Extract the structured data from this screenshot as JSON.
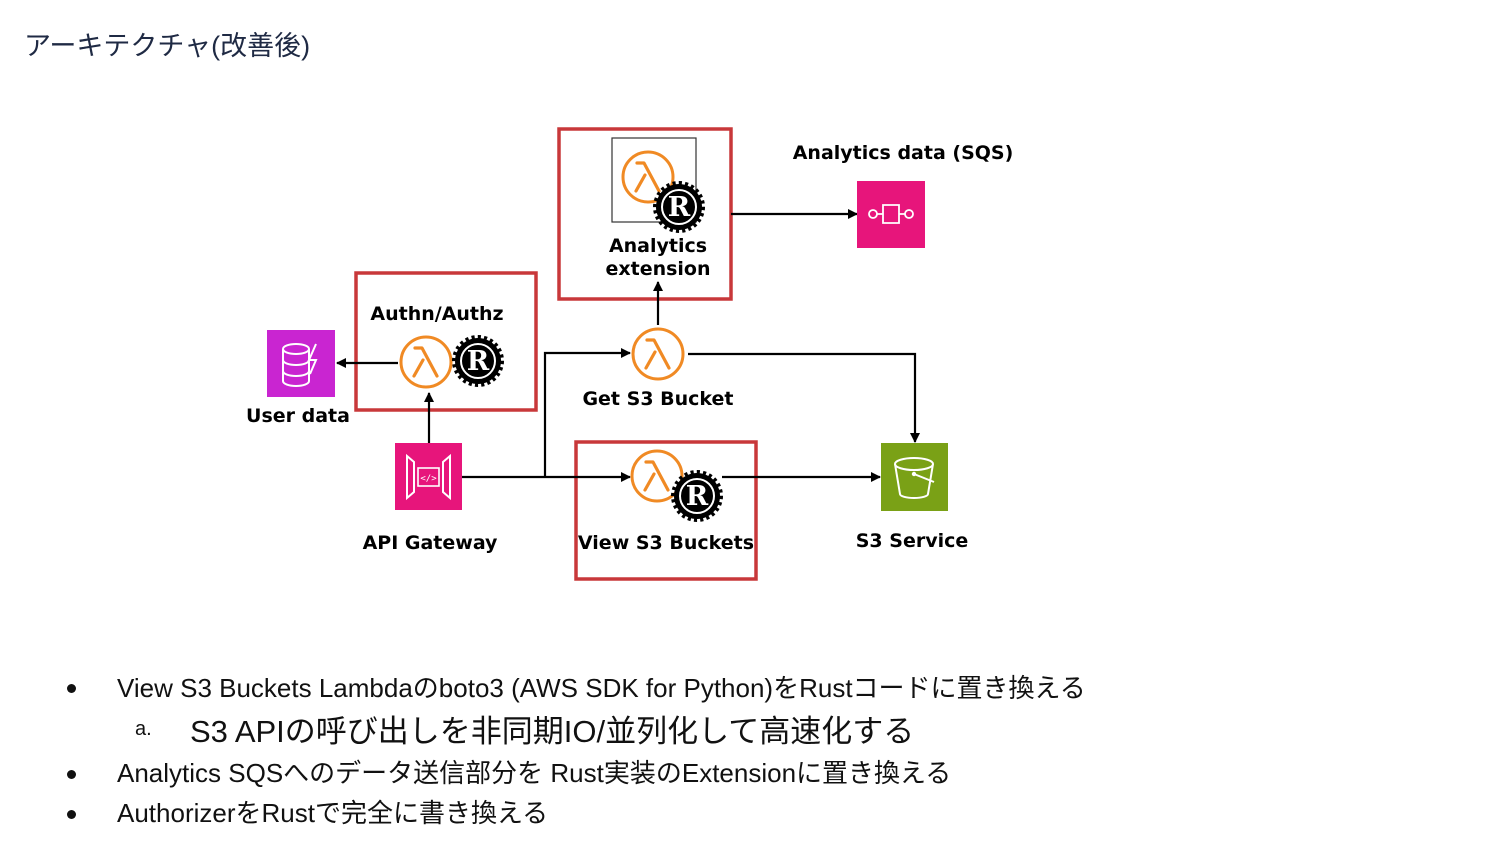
{
  "title": "アーキテクチャ(改善後)",
  "diagram": {
    "labels": {
      "analytics_data": "Analytics data (SQS)",
      "analytics_ext_line1": "Analytics",
      "analytics_ext_line2": "extension",
      "authn": "Authn/Authz",
      "user_data": "User data",
      "get_s3": "Get S3 Bucket",
      "api_gateway": "API Gateway",
      "view_s3": "View S3 Buckets",
      "s3_service": "S3 Service"
    },
    "colors": {
      "highlight": "#c8383a",
      "lambda": "#f08a24",
      "sqs": "#e7157b",
      "dynamodb": "#c925d1",
      "api_gateway": "#e7157b",
      "s3": "#7aa116"
    }
  },
  "bullets": [
    {
      "text": "View S3 Buckets Lambdaのboto3 (AWS SDK for Python)をRustコードに置き換える"
    },
    {
      "marker": "a.",
      "text": "S3 APIの呼び出しを非同期IO/並列化して高速化する"
    },
    {
      "text": "Analytics SQSへのデータ送信部分を  Rust実装のExtensionに置き換える"
    },
    {
      "text": "AuthorizerをRustで完全に書き換える"
    }
  ]
}
